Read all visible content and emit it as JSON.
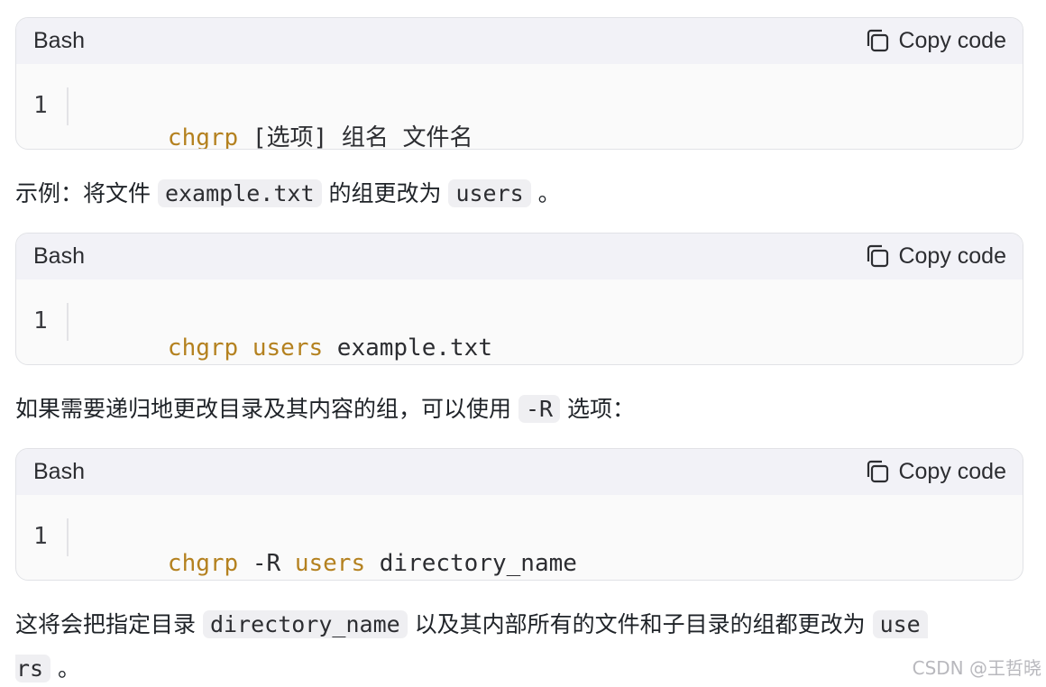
{
  "blocks": [
    {
      "lang": "Bash",
      "copy_label": "Copy code",
      "line_number": "1",
      "tokens": [
        {
          "text": "chgrp",
          "kind": "kw"
        },
        {
          "text": " [选项] 组名 文件名",
          "kind": "plain"
        }
      ]
    },
    {
      "lang": "Bash",
      "copy_label": "Copy code",
      "line_number": "1",
      "tokens": [
        {
          "text": "chgrp",
          "kind": "kw"
        },
        {
          "text": " ",
          "kind": "plain"
        },
        {
          "text": "users",
          "kind": "kw"
        },
        {
          "text": " example.txt",
          "kind": "plain"
        }
      ]
    },
    {
      "lang": "Bash",
      "copy_label": "Copy code",
      "line_number": "1",
      "tokens": [
        {
          "text": "chgrp",
          "kind": "kw"
        },
        {
          "text": " -R ",
          "kind": "plain"
        },
        {
          "text": "users",
          "kind": "kw"
        },
        {
          "text": " directory_name",
          "kind": "plain"
        }
      ]
    }
  ],
  "paragraphs": {
    "p1": {
      "text_a": "示例：将文件 ",
      "code_a": "example.txt",
      "text_b": " 的组更改为 ",
      "code_b": "users",
      "text_c": " 。"
    },
    "p2": {
      "text_a": "如果需要递归地更改目录及其内容的组，可以使用 ",
      "code_a": "-R",
      "text_b": " 选项："
    },
    "p3": {
      "line1_text_a": "这将会把指定目录 ",
      "line1_code_a": "directory_name",
      "line1_text_b": " 以及其内部所有的文件和子目录的组都更改为 ",
      "line1_code_b": "use",
      "line2_code": "rs",
      "line2_text": " 。"
    }
  },
  "watermark": "CSDN @王哲晓",
  "colors": {
    "keyword": "#b4811f",
    "header_bg": "#f2f2f7",
    "inline_code_bg": "#efeff2"
  },
  "icons": {
    "copy": "copy-icon"
  }
}
